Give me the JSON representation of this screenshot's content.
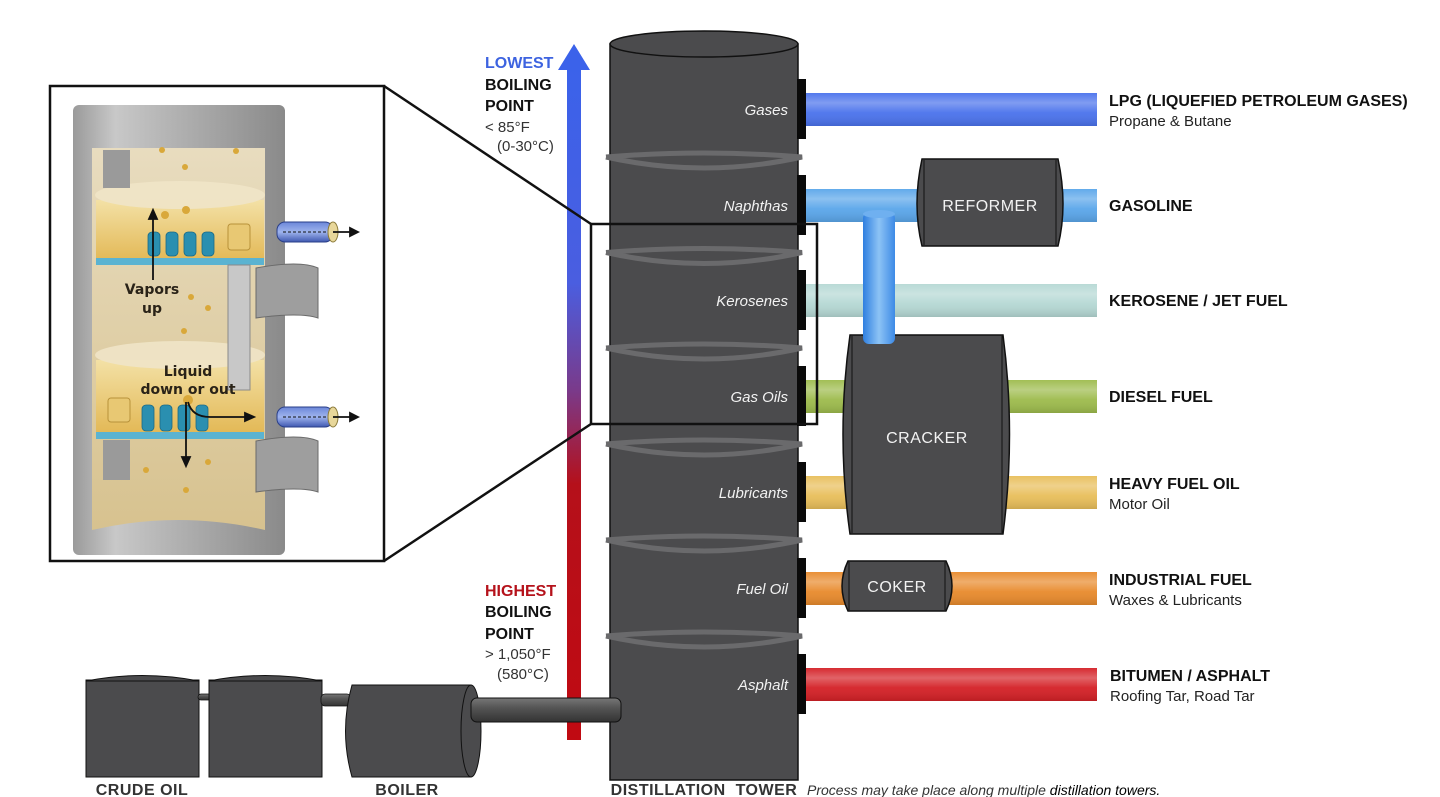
{
  "title": "Crude Oil Distillation Process",
  "boiling_scale": {
    "top": {
      "rank": "LOWEST",
      "line1": "BOILING",
      "line2": "POINT",
      "temp_f": "< 85°F",
      "temp_c": "(0-30°C)",
      "color": "#3d63e0"
    },
    "bottom": {
      "rank": "HIGHEST",
      "line1": "BOILING",
      "line2": "POINT",
      "temp_f": "> 1,050°F",
      "temp_c": "(580°C)",
      "color": "#b5121b"
    }
  },
  "tower": {
    "fractions": [
      {
        "name": "Gases",
        "pipe_color": "#4a72ec"
      },
      {
        "name": "Naphthas",
        "pipe_color": "#5aa6ea"
      },
      {
        "name": "Kerosenes",
        "pipe_color": "#b5d8d4"
      },
      {
        "name": "Gas Oils",
        "pipe_color": "#9dbb4c"
      },
      {
        "name": "Lubricants",
        "pipe_color": "#e8be5a"
      },
      {
        "name": "Fuel Oil",
        "pipe_color": "#e88a2c"
      },
      {
        "name": "Asphalt",
        "pipe_color": "#d42026"
      }
    ]
  },
  "units": {
    "reformer": "REFORMER",
    "cracker": "CRACKER",
    "coker": "COKER"
  },
  "products": [
    {
      "title": "LPG (LIQUEFIED PETROLEUM GASES)",
      "subtitle": "Propane & Butane"
    },
    {
      "title": "GASOLINE",
      "subtitle": ""
    },
    {
      "title": "KEROSENE / JET FUEL",
      "subtitle": ""
    },
    {
      "title": "DIESEL FUEL",
      "subtitle": ""
    },
    {
      "title": "HEAVY FUEL OIL",
      "subtitle": "Motor Oil"
    },
    {
      "title": "INDUSTRIAL FUEL",
      "subtitle": "Waxes & Lubricants"
    },
    {
      "title": "BITUMEN / ASPHALT",
      "subtitle": "Roofing Tar, Road Tar"
    }
  ],
  "inset": {
    "vapors_line1": "Vapors",
    "vapors_line2": "up",
    "liquid_line1": "Liquid",
    "liquid_line2": "down or out"
  },
  "footer": {
    "crude_oil": "CRUDE OIL",
    "boiler": "BOILER",
    "distillation_tower": "DISTILLATION  TOWER",
    "note_prefix": "Process may take place along multiple ",
    "note_emphasis": "distillation towers."
  }
}
